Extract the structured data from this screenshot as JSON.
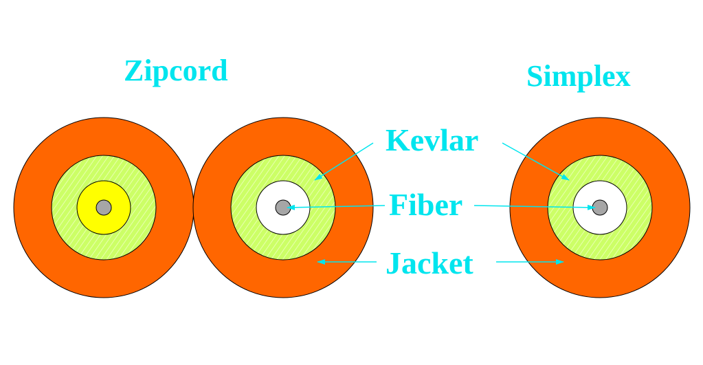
{
  "titles": {
    "zipcord": "Zipcord",
    "simplex": "Simplex"
  },
  "labels": {
    "kevlar": "Kevlar",
    "fiber": "Fiber",
    "jacket": "Jacket"
  },
  "colors": {
    "text": "#00e5ee",
    "jacket": "#ff6600",
    "kevlar": "#ccff66",
    "kevlar_hatch": "#e8ffb0",
    "buffer_yellow": "#ffff00",
    "buffer_white": "#ffffff",
    "fiber_core": "#a6a6a6",
    "outline": "#000000",
    "background": "#ffffff"
  }
}
